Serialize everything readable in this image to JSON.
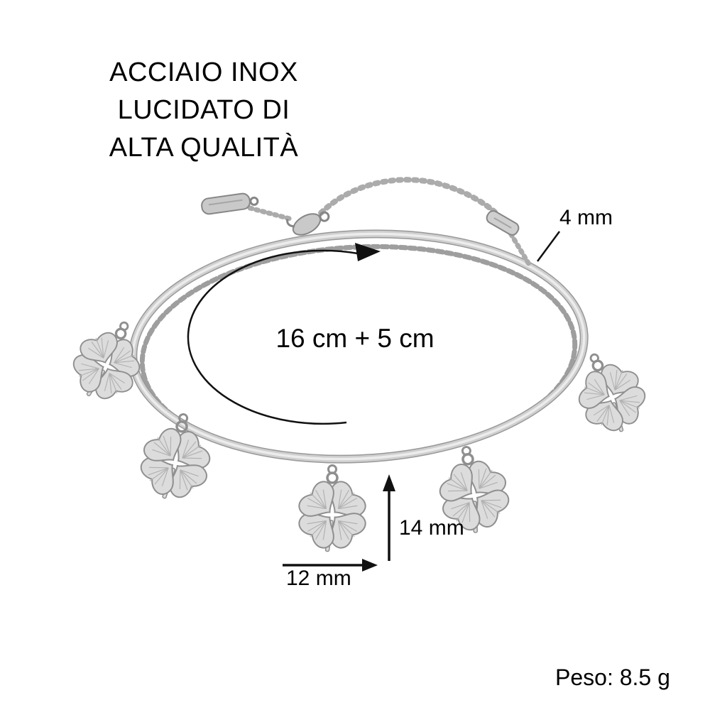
{
  "product": {
    "headline": [
      "ACCIAIO INOX",
      "LUCIDATO DI",
      "ALTA QUALITÀ"
    ],
    "weight_label": "Peso: 8.5 g",
    "charm_shape": "four-leaf-clover",
    "charm_count": 5
  },
  "measurements": {
    "chain_thickness": "4 mm",
    "bracelet_length": "16 cm + 5 cm",
    "charm_height": "14 mm",
    "charm_width": "12 mm"
  },
  "colors": {
    "background": "#ffffff",
    "text": "#000000",
    "metal_light": "#e3e3e3",
    "metal_mid": "#c9c9c9",
    "metal_dark": "#8f8f8f"
  }
}
